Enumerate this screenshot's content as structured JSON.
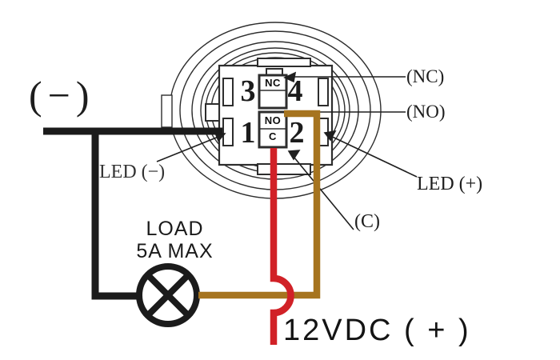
{
  "diagram": {
    "labels": {
      "supply_negative": "(−)",
      "supply_positive": "12VDC ( + )",
      "load_line1": "LOAD",
      "load_line2": "5A MAX",
      "led_negative": "LED (−)",
      "led_positive": "LED (+)",
      "normally_closed": "(NC)",
      "normally_open": "(NO)",
      "common": "(C)"
    },
    "terminals": {
      "t3": "3",
      "t4": "4",
      "t1": "1",
      "t2": "2",
      "nc": "NC",
      "no": "NO",
      "c": "C"
    },
    "colors": {
      "wire_negative": "#1b1b1b",
      "wire_positive": "#d12127",
      "wire_load": "#a6741f",
      "outline": "#2d2d2d",
      "leader": "#1f1f1f"
    }
  }
}
